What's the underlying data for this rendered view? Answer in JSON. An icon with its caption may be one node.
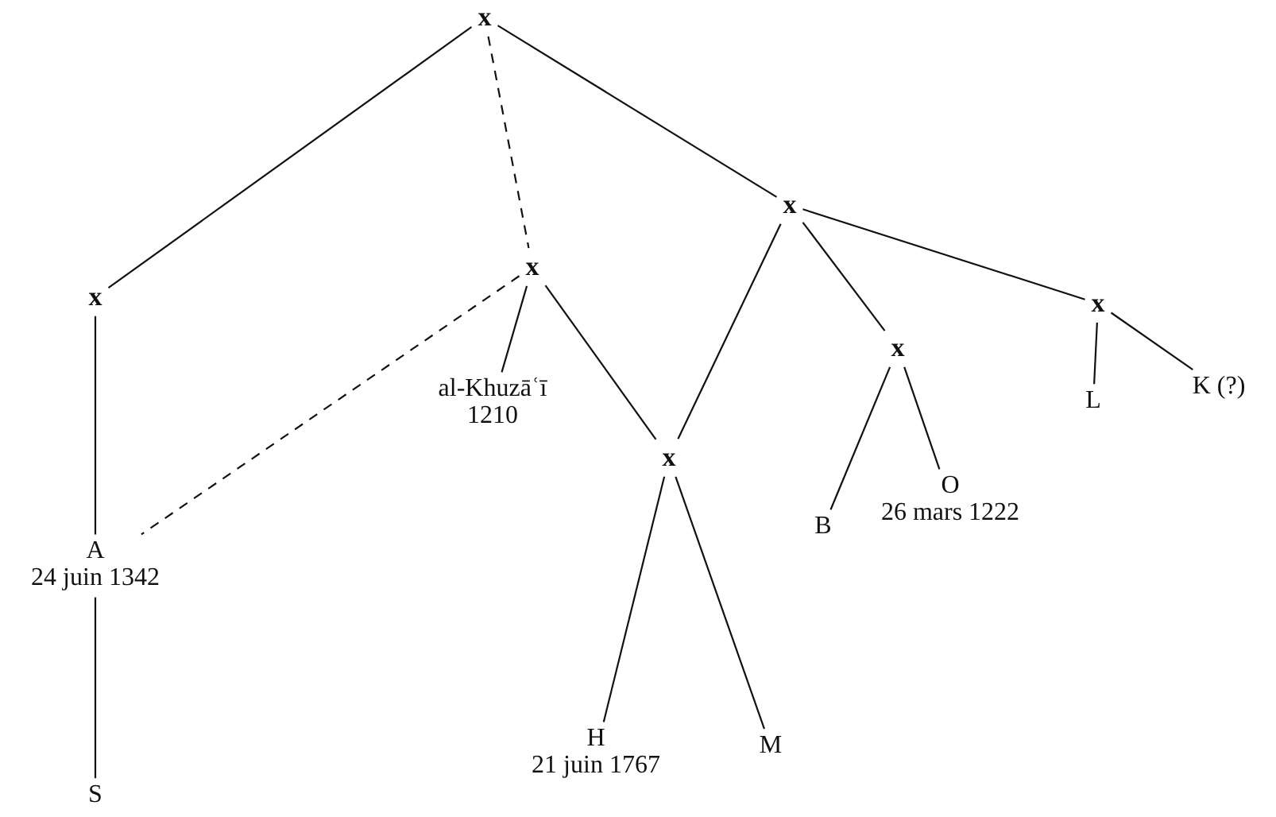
{
  "diagram": {
    "nodes": [
      {
        "text": [
          "x"
        ]
      },
      {
        "text": [
          "x"
        ]
      },
      {
        "text": [
          "x"
        ]
      },
      {
        "text": [
          "x"
        ]
      },
      {
        "text": [
          "x"
        ]
      },
      {
        "text": [
          "x"
        ]
      },
      {
        "text": [
          "x"
        ]
      },
      {
        "text": [
          "al-Khuzāʿī",
          "1210"
        ]
      },
      {
        "text": [
          "A",
          "24 juin 1342"
        ]
      },
      {
        "text": [
          "S"
        ]
      },
      {
        "text": [
          "B"
        ]
      },
      {
        "text": [
          "O",
          "26 mars 1222"
        ]
      },
      {
        "text": [
          "L"
        ]
      },
      {
        "text": [
          "K (?)"
        ]
      },
      {
        "text": [
          "H",
          "21 juin 1767"
        ]
      },
      {
        "text": [
          "M"
        ]
      }
    ],
    "edges": [
      {
        "from": 0,
        "to": 1,
        "arrow": "none"
      },
      {
        "from": 0,
        "to": 2,
        "arrow": "none",
        "style": "dashed"
      },
      {
        "from": 0,
        "to": 3,
        "arrow": "none"
      },
      {
        "from": 1,
        "to": 8,
        "arrow": "none"
      },
      {
        "from": 8,
        "to": 9,
        "arrow": "none"
      },
      {
        "from": 2,
        "to": 8,
        "arrow": "none",
        "style": "dashed"
      },
      {
        "from": 2,
        "to": 7,
        "arrow": "none"
      },
      {
        "from": 2,
        "to": 4,
        "arrow": "none"
      },
      {
        "from": 3,
        "to": 4,
        "arrow": "none"
      },
      {
        "from": 3,
        "to": 5,
        "arrow": "none"
      },
      {
        "from": 3,
        "to": 6,
        "arrow": "none"
      },
      {
        "from": 5,
        "to": 10,
        "arrow": "none"
      },
      {
        "from": 5,
        "to": 11,
        "arrow": "none"
      },
      {
        "from": 6,
        "to": 12,
        "arrow": "none"
      },
      {
        "from": 6,
        "to": 13,
        "arrow": "none"
      },
      {
        "from": 4,
        "to": 14,
        "arrow": "none"
      },
      {
        "from": 4,
        "to": 15,
        "arrow": "none"
      }
    ]
  }
}
